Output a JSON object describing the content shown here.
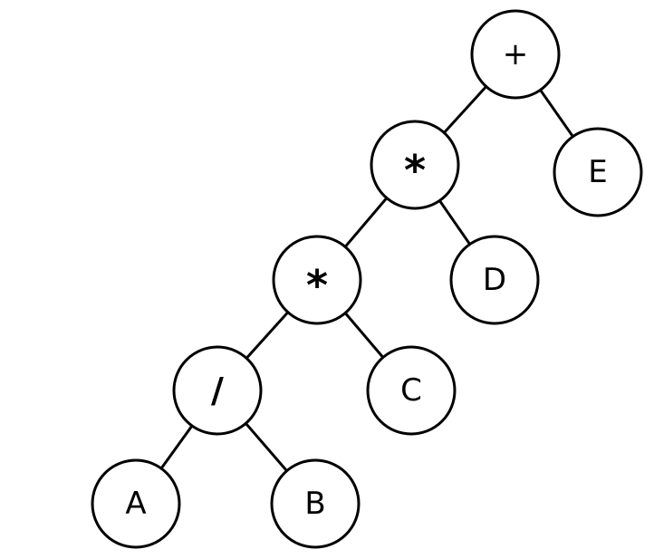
{
  "tree": {
    "nodes": [
      {
        "id": "plus",
        "label": "+",
        "kind": "operator"
      },
      {
        "id": "mul1",
        "label": "*",
        "kind": "operator"
      },
      {
        "id": "E",
        "label": "E",
        "kind": "operand"
      },
      {
        "id": "mul2",
        "label": "*",
        "kind": "operator"
      },
      {
        "id": "D",
        "label": "D",
        "kind": "operand"
      },
      {
        "id": "div",
        "label": "/",
        "kind": "operator"
      },
      {
        "id": "C",
        "label": "C",
        "kind": "operand"
      },
      {
        "id": "A",
        "label": "A",
        "kind": "operand"
      },
      {
        "id": "B",
        "label": "B",
        "kind": "operand"
      }
    ],
    "edges": [
      {
        "from": "plus",
        "to": "mul1"
      },
      {
        "from": "plus",
        "to": "E"
      },
      {
        "from": "mul1",
        "to": "mul2"
      },
      {
        "from": "mul1",
        "to": "D"
      },
      {
        "from": "mul2",
        "to": "div"
      },
      {
        "from": "mul2",
        "to": "C"
      },
      {
        "from": "div",
        "to": "A"
      },
      {
        "from": "div",
        "to": "B"
      }
    ]
  }
}
